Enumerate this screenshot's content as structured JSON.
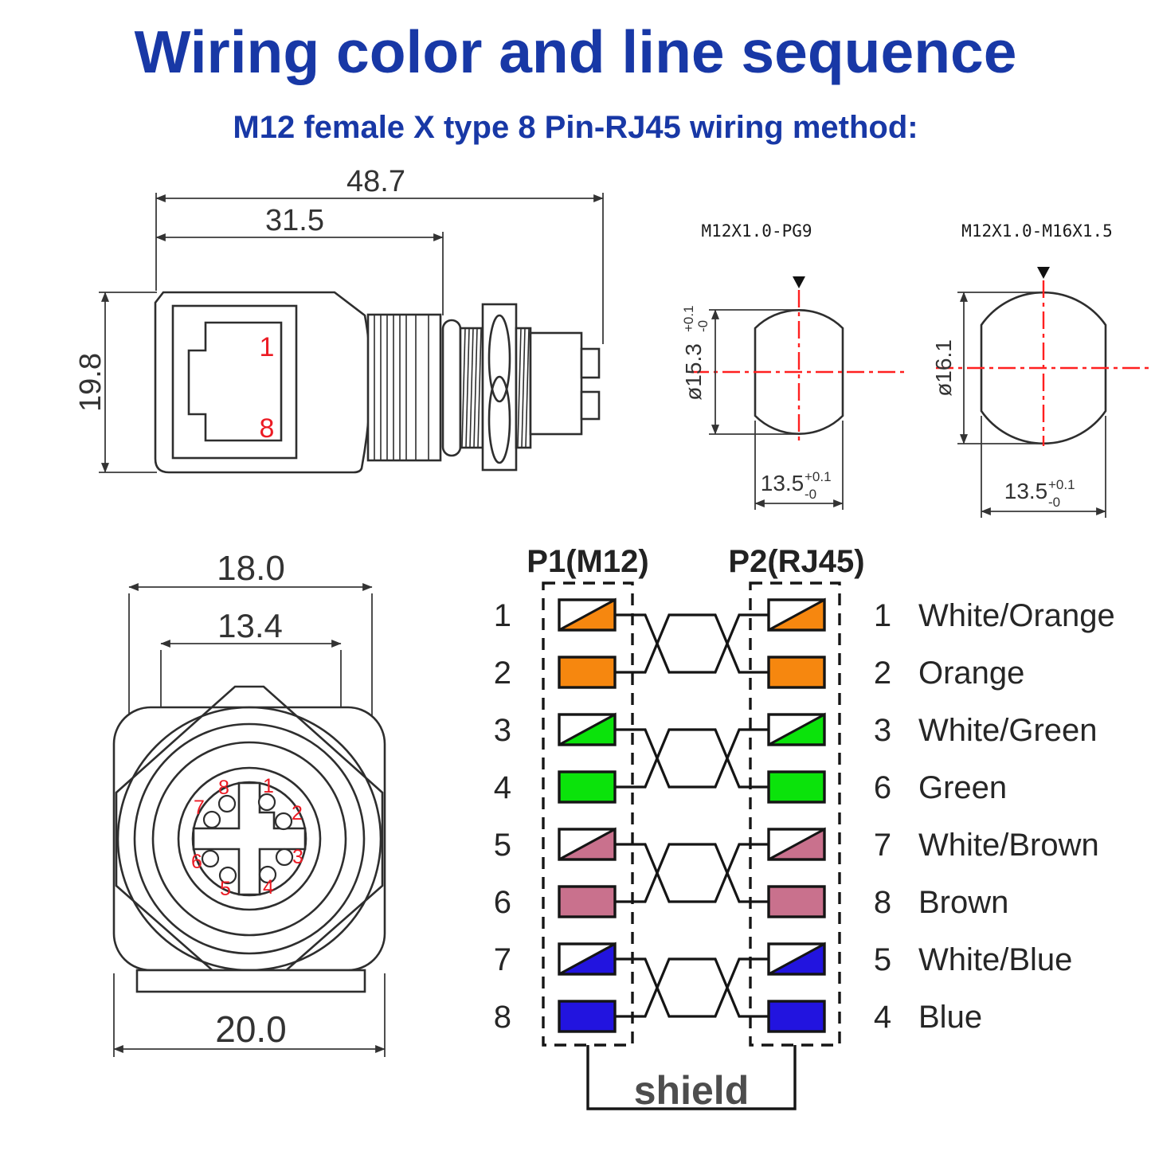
{
  "title": "Wiring color and line sequence",
  "subtitle": "M12 female X type 8 Pin-RJ45 wiring method:",
  "side_view": {
    "dim_overall": "48.7",
    "dim_body": "31.5",
    "dim_height": "19.8",
    "rj45_pin_top": "1",
    "rj45_pin_bottom": "8"
  },
  "panel_views": [
    {
      "label": "M12X1.0-PG9",
      "dia": "ø15.3",
      "dia_tol_plus": "+0.1",
      "dia_tol_minus": "-0",
      "flat": "13.5",
      "flat_tol_plus": "+0.1",
      "flat_tol_minus": "-0"
    },
    {
      "label": "M12X1.0-M16X1.5",
      "dia": "ø16.1",
      "flat": "13.5",
      "flat_tol_plus": "+0.1",
      "flat_tol_minus": "-0"
    }
  ],
  "front_view": {
    "dim_outer": "18.0",
    "dim_inner": "13.4",
    "dim_width": "20.0",
    "face_pins": [
      "8",
      "1",
      "7",
      "2",
      "6",
      "3",
      "5",
      "4"
    ]
  },
  "wiring": {
    "p1_header": "P1(M12)",
    "p2_header": "P2(RJ45)",
    "shield_label": "shield",
    "colors": {
      "orange": "#F6870F",
      "green": "#0BE30B",
      "brown": "#C9718D",
      "blue": "#2214DF",
      "accent_blue": "#1838A6",
      "dim_red": "#EC1B24"
    },
    "rows": [
      {
        "p1_pin": "1",
        "p2_pin": "1",
        "label": "White/Orange",
        "color": "#F6870F",
        "split": true
      },
      {
        "p1_pin": "2",
        "p2_pin": "2",
        "label": "Orange",
        "color": "#F6870F",
        "split": false
      },
      {
        "p1_pin": "3",
        "p2_pin": "3",
        "label": "White/Green",
        "color": "#0BE30B",
        "split": true
      },
      {
        "p1_pin": "4",
        "p2_pin": "6",
        "label": "Green",
        "color": "#0BE30B",
        "split": false
      },
      {
        "p1_pin": "5",
        "p2_pin": "7",
        "label": "White/Brown",
        "color": "#C9718D",
        "split": true
      },
      {
        "p1_pin": "6",
        "p2_pin": "8",
        "label": "Brown",
        "color": "#C9718D",
        "split": false
      },
      {
        "p1_pin": "7",
        "p2_pin": "5",
        "label": "White/Blue",
        "color": "#2214DF",
        "split": true
      },
      {
        "p1_pin": "8",
        "p2_pin": "4",
        "label": "Blue",
        "color": "#2214DF",
        "split": false
      }
    ]
  }
}
